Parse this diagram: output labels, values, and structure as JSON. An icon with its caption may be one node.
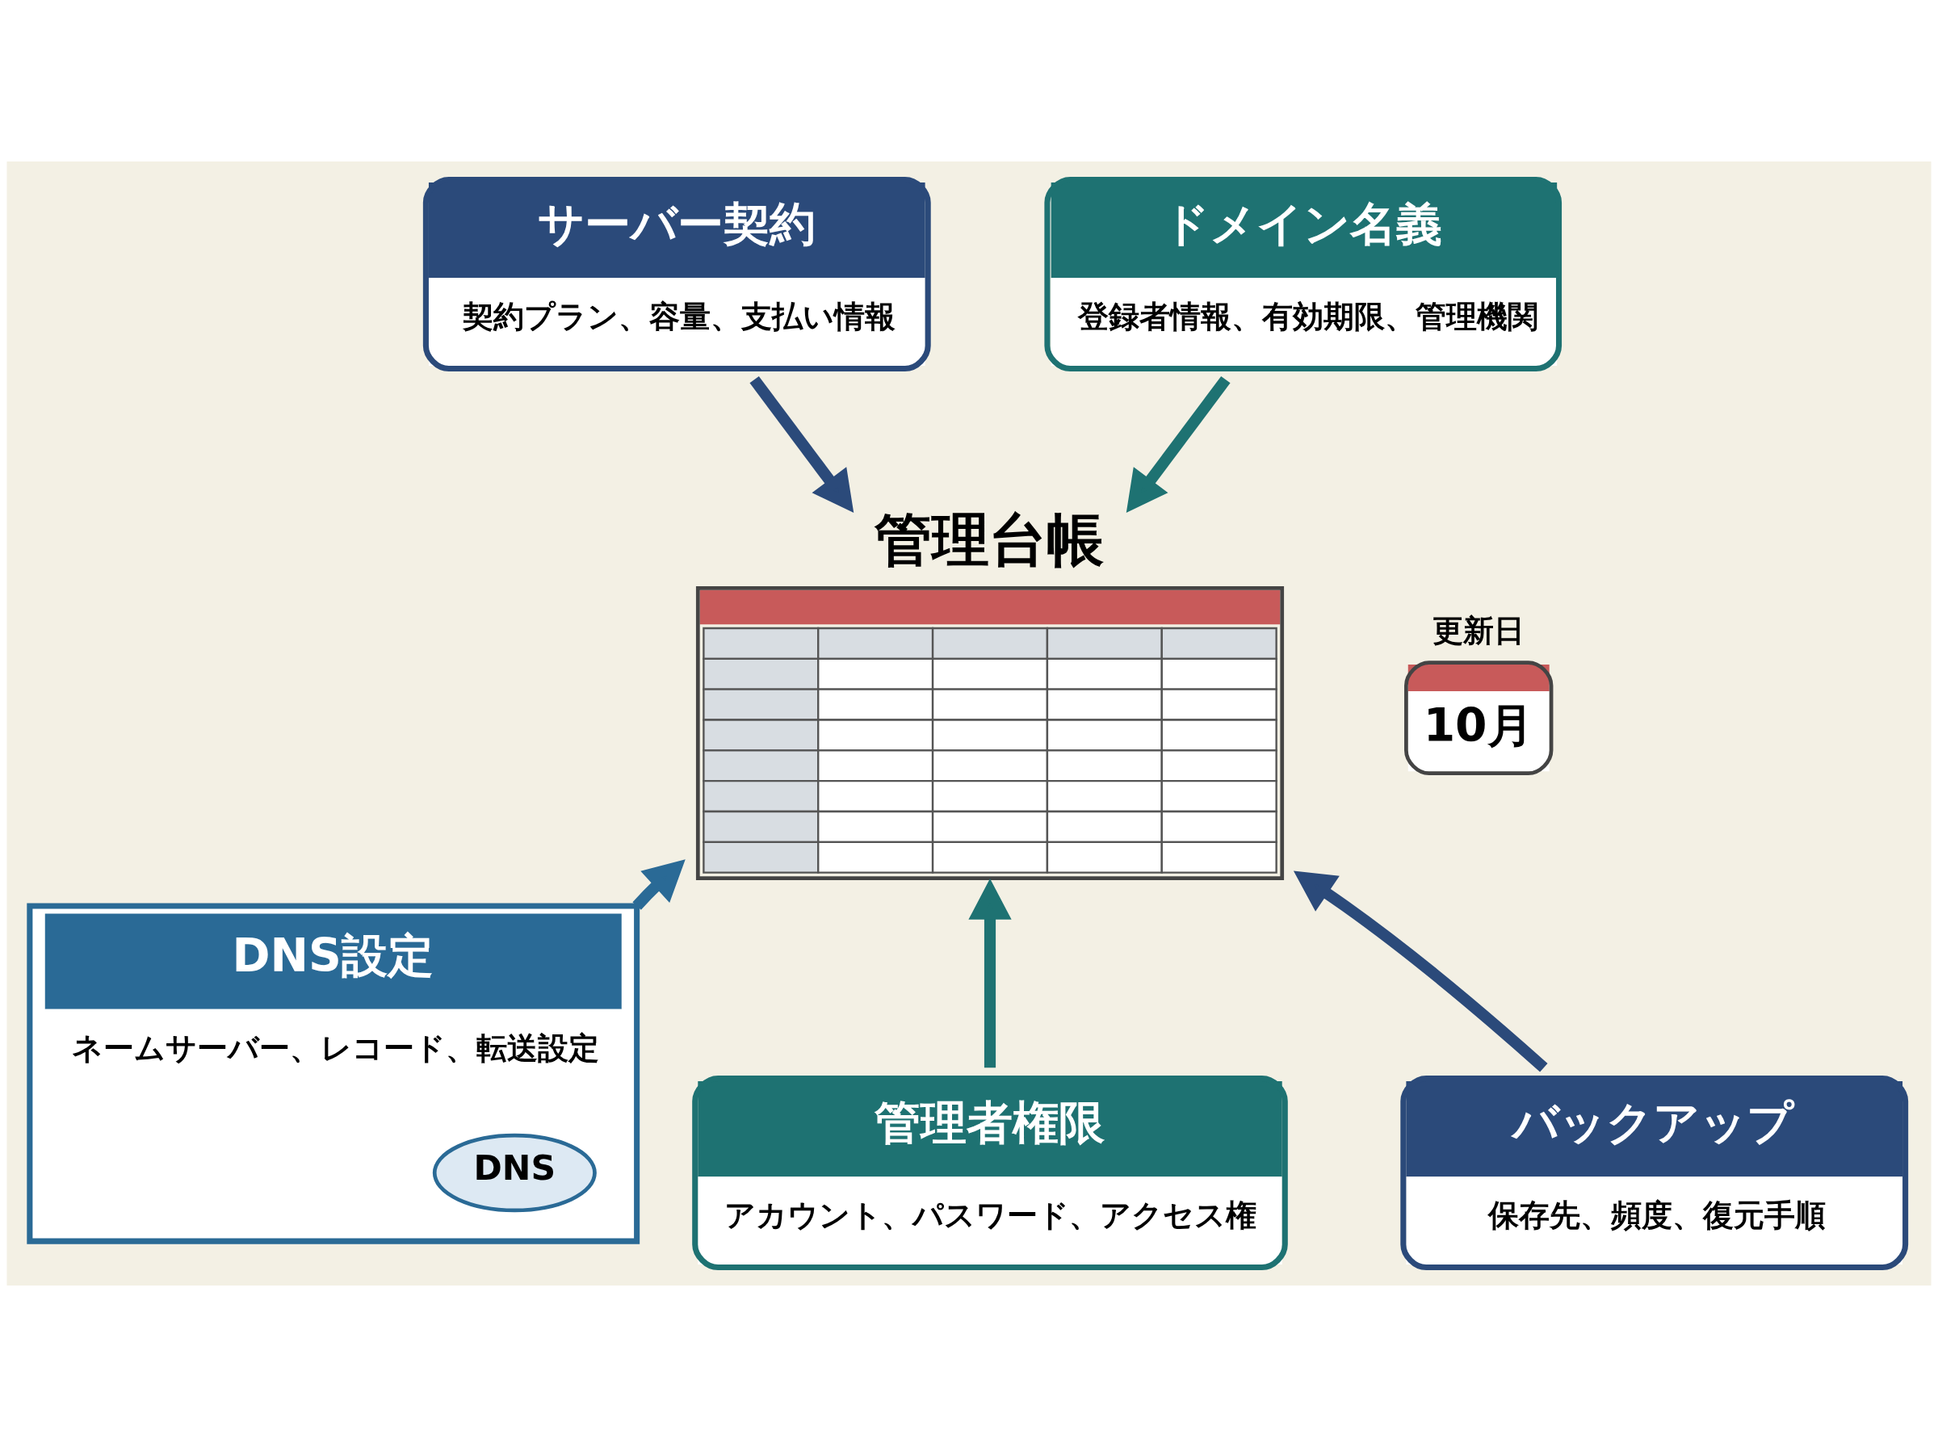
{
  "diagram": {
    "nodes": [
      {
        "text": [
          "サーバー契約",
          "契約プラン、容量、支払い情報"
        ]
      },
      {
        "text": [
          "管理台帳"
        ]
      },
      {
        "text": [
          "10月"
        ],
        "beside": [
          "更新日"
        ]
      },
      {
        "text": [
          "ドメイン名義",
          "登録者情報、有効期限、管理機関"
        ]
      },
      {
        "text": [
          "DNS設定",
          "ネームサーバー、レコード、転送設定"
        ]
      },
      {
        "text": [
          "DNS"
        ],
        "in": 4
      },
      {
        "text": [
          "管理者権限",
          "アカウント、パスワード、アクセス権"
        ]
      },
      {
        "text": [
          "バックアップ",
          "保存先、頻度、復元手順"
        ]
      }
    ],
    "edges": [
      {
        "from": 0,
        "to": 1,
        "arrow": "to",
        "color": "#2b4a7a"
      },
      {
        "from": 3,
        "to": 1,
        "arrow": "to",
        "color": "#1e7272"
      },
      {
        "from": 4,
        "to": 1,
        "arrow": "to",
        "color": "#2a6a96"
      },
      {
        "from": 7,
        "to": 1,
        "arrow": "to",
        "color": "#2b4a7a"
      },
      {
        "from": 6,
        "to": 1,
        "arrow": "to",
        "color": "#1e7272"
      }
    ]
  }
}
